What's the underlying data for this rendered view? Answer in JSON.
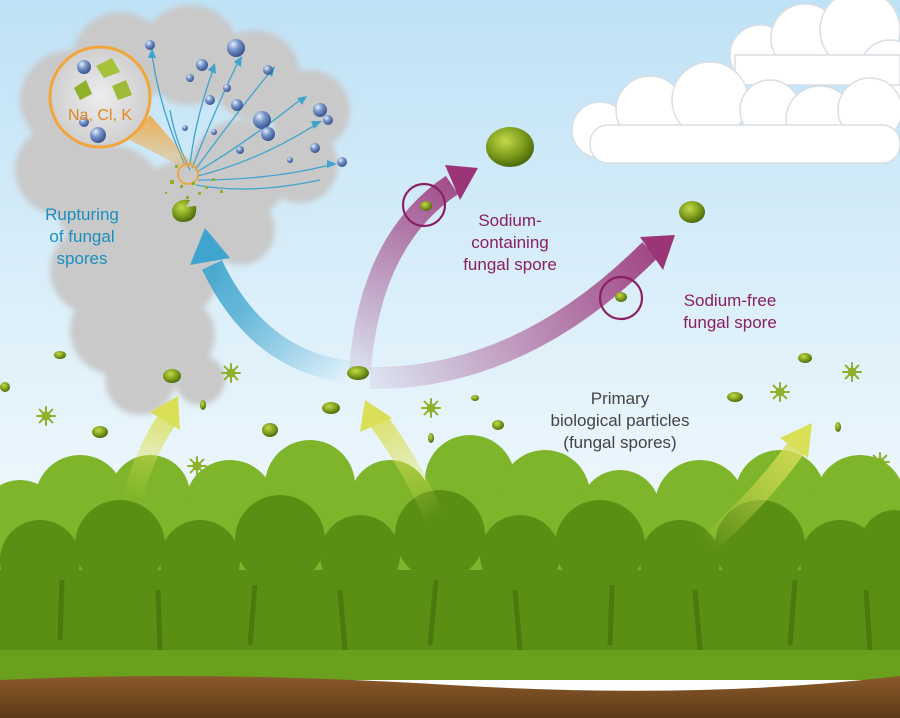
{
  "colors": {
    "sky_top": "#bfe2f6",
    "sky_bottom": "#ffffff",
    "cloud": "#c8c8c8",
    "white_cloud": "#ffffff",
    "forest_dark": "#5a8f14",
    "forest_light": "#7fb52a",
    "soil": "#7a4d24",
    "spore": "#7e9d1c",
    "particle": "#7896c8",
    "teal_label": "#1a8fc0",
    "plum_label": "#8a1f62",
    "orange_label": "#e0881e",
    "gray_label": "#444444",
    "teal_arrow": "#3fa5cf",
    "plum_arrow": "#9b3578",
    "yellow_arrow": "#dadf58"
  },
  "inset": {
    "text": "Na, Cl, K"
  },
  "labels": {
    "rupturing": [
      "Rupturing",
      "of fungal",
      "spores"
    ],
    "sodium_containing": [
      "Sodium-",
      "containing",
      "fungal spore"
    ],
    "sodium_free": [
      "Sodium-free",
      "fungal spore"
    ],
    "primary": [
      "Primary",
      "biological particles",
      "(fungal spores)"
    ]
  },
  "icons": {
    "spore": "fungal-spore-icon",
    "spiky": "spiky-pollen-icon",
    "particle": "salt-particle-icon",
    "highlight": "highlight-circle-icon"
  }
}
